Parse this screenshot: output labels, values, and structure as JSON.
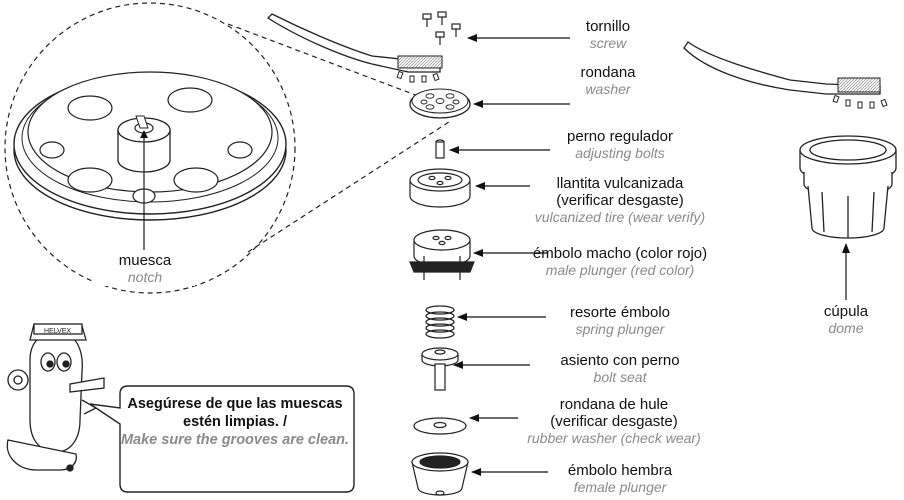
{
  "parts": [
    {
      "id": "screw",
      "es": "tornillo",
      "en": "screw"
    },
    {
      "id": "washer",
      "es": "rondana",
      "en": "washer"
    },
    {
      "id": "adjusting_bolts",
      "es": "perno regulador",
      "en": "adjusting bolts"
    },
    {
      "id": "vulcanized_tire",
      "es": [
        "llantita vulcanizada",
        "(verificar desgaste)"
      ],
      "en": "vulcanized tire (wear verify)"
    },
    {
      "id": "male_plunger",
      "es": "émbolo macho (color rojo)",
      "en": "male plunger (red color)"
    },
    {
      "id": "spring_plunger",
      "es": "resorte émbolo",
      "en": "spring plunger"
    },
    {
      "id": "bolt_seat",
      "es": "asiento con perno",
      "en": "bolt seat"
    },
    {
      "id": "rubber_washer",
      "es": [
        "rondana de hule",
        "(verificar desgaste)"
      ],
      "en": "rubber washer (check wear)"
    },
    {
      "id": "female_plunger",
      "es": "émbolo hembra",
      "en": "female plunger"
    },
    {
      "id": "dome",
      "es": "cúpula",
      "en": "dome"
    },
    {
      "id": "notch",
      "es": "muesca",
      "en": "notch"
    }
  ],
  "callout": {
    "es": "Asegúrese de que las muescas estén limpias. /",
    "en": "Make sure the grooves are clean."
  },
  "mascot_cap_text": "HELVEX"
}
